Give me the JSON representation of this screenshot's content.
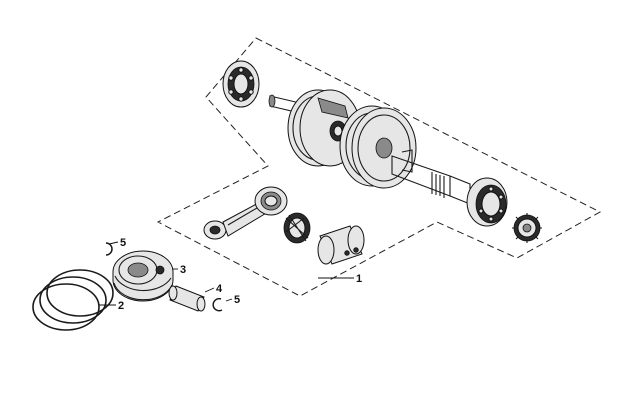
{
  "callouts": {
    "crankshaft_assembly": "1",
    "piston_ring_set": "2",
    "piston": "3",
    "piston_pin": "4",
    "pin_clip_upper": "5",
    "pin_clip_lower": "5"
  },
  "colors": {
    "line": "#1a1a1a",
    "background": "#ffffff"
  }
}
